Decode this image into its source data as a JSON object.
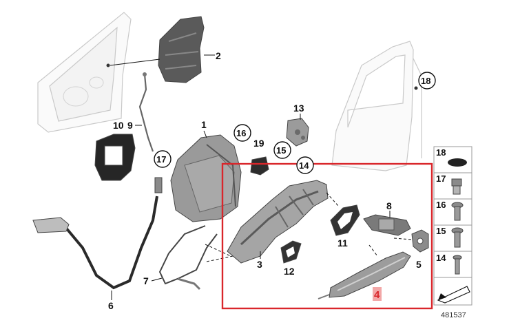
{
  "callouts": {
    "c1": "1",
    "c2": "2",
    "c3": "3",
    "c4": "4",
    "c5": "5",
    "c6": "6",
    "c7": "7",
    "c8": "8",
    "c9": "9",
    "c10": "10",
    "c11": "11",
    "c12": "12",
    "c13": "13",
    "c14": "14",
    "c15": "15",
    "c16": "16",
    "c17": "17",
    "c18": "18",
    "c19": "19"
  },
  "legend": {
    "items": [
      "18",
      "17",
      "16",
      "15",
      "14"
    ]
  },
  "diagram_number": "481537",
  "highlight": {
    "color": "#d9262b",
    "selected_part": "4",
    "selected_fill": "#f2a7a7"
  },
  "colors": {
    "part_dark": "#3e3e3e",
    "part_mid": "#7d7d7d",
    "part_light": "#b9b9b9"
  }
}
